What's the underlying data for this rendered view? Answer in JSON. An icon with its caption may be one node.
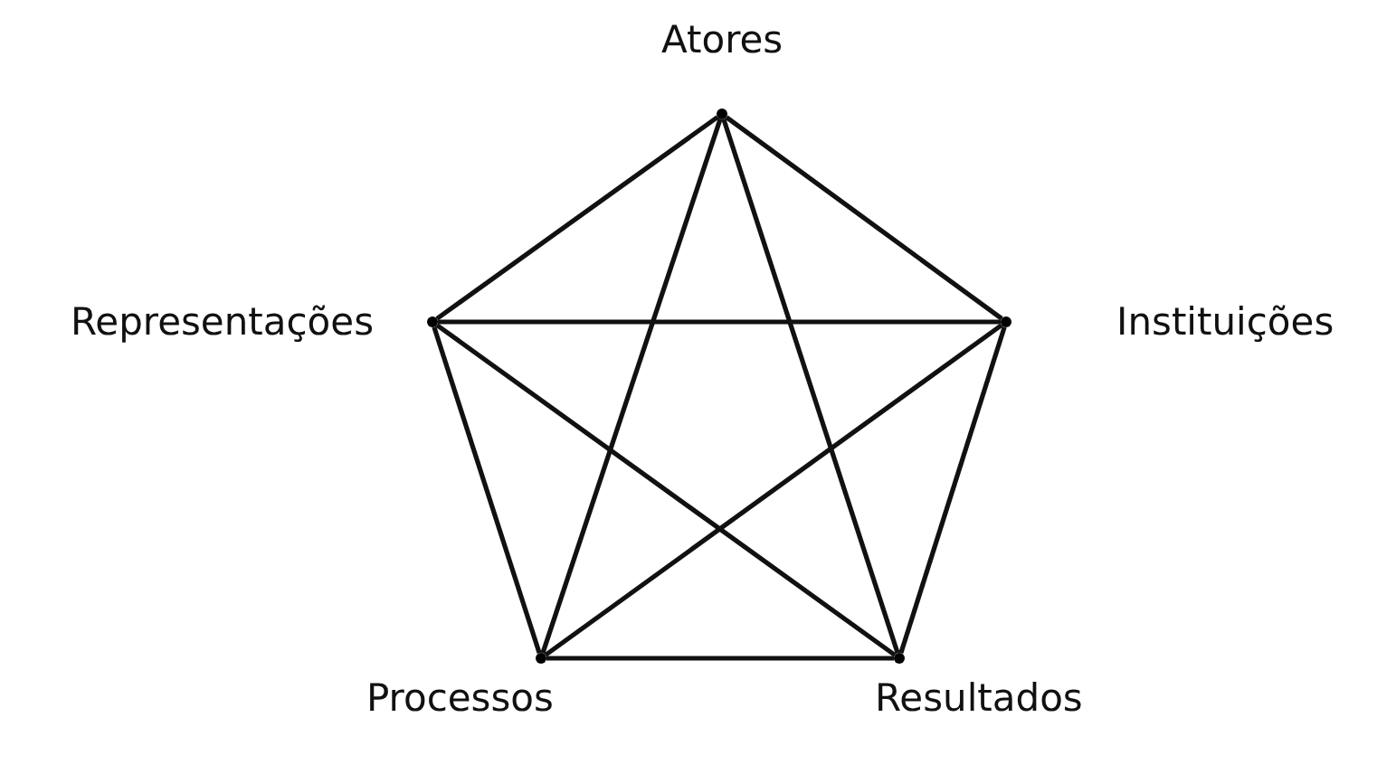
{
  "diagram": {
    "nodes": [
      {
        "text": [],
        "shape": "circle",
        "beside": [
          "Atores"
        ]
      },
      {
        "text": [],
        "shape": "circle",
        "beside": [
          "Instituições"
        ]
      },
      {
        "text": [],
        "shape": "circle",
        "beside": [
          "Resultados"
        ]
      },
      {
        "text": [],
        "shape": "circle",
        "beside": [
          "Processos"
        ]
      },
      {
        "text": [],
        "shape": "circle",
        "beside": [
          "Representações"
        ]
      }
    ],
    "edges": [
      {
        "from": 0,
        "to": 1,
        "arrow": "none"
      },
      {
        "from": 1,
        "to": 2,
        "arrow": "none"
      },
      {
        "from": 2,
        "to": 3,
        "arrow": "none"
      },
      {
        "from": 3,
        "to": 4,
        "arrow": "none"
      },
      {
        "from": 4,
        "to": 0,
        "arrow": "none"
      },
      {
        "from": 0,
        "to": 2,
        "arrow": "none"
      },
      {
        "from": 0,
        "to": 3,
        "arrow": "none"
      },
      {
        "from": 1,
        "to": 3,
        "arrow": "none"
      },
      {
        "from": 1,
        "to": 4,
        "arrow": "none"
      },
      {
        "from": 2,
        "to": 4,
        "arrow": "none"
      }
    ]
  }
}
